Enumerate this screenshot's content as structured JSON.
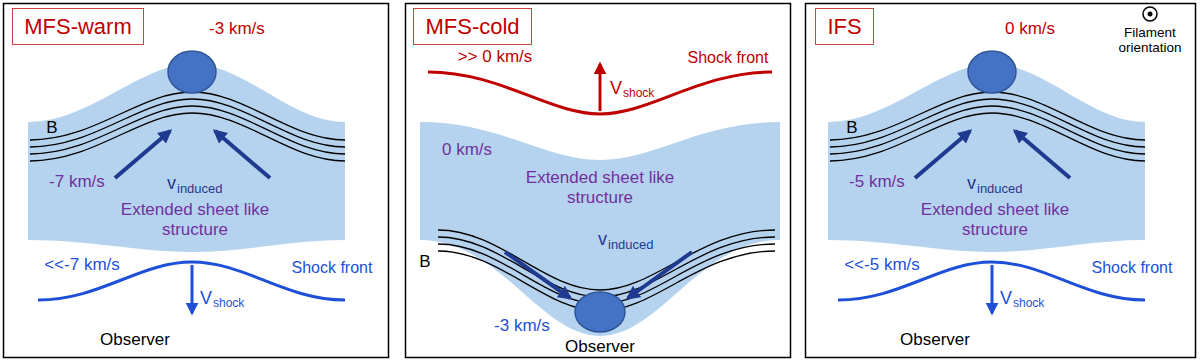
{
  "diagram": {
    "nodes": [
      {
        "text": [
          "MFS-warm"
        ]
      },
      {
        "text": [
          "Extended sheet like structure"
        ]
      },
      {
        "text": [
          "MFS-cold"
        ]
      },
      {
        "text": [
          "Extended sheet like structure"
        ]
      },
      {
        "text": [
          "IFS"
        ]
      },
      {
        "text": [
          "Extended sheet like structure"
        ]
      }
    ],
    "labels": [
      "-3 km/s",
      "B",
      "v",
      "induced",
      "-7 km/s",
      "<<-7 km/s",
      "Shock front",
      "V",
      "shock",
      "Observer",
      ">> 0 km/s",
      "Shock front",
      "V",
      "shock",
      "0 km/s",
      "v",
      "induced",
      "B",
      "-3 km/s",
      "Observer",
      "0 km/s",
      "Filament orientation",
      "B",
      "v",
      "induced",
      "-5 km/s",
      "<<-5 km/s",
      "Shock front",
      "V",
      "shock",
      "Observer"
    ]
  }
}
